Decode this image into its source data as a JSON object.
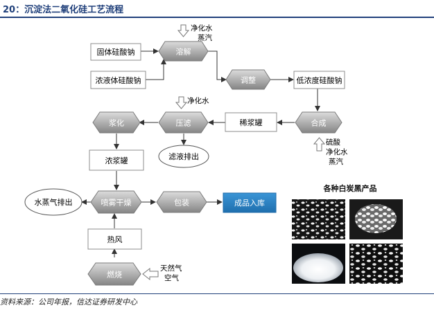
{
  "figure": {
    "title": "20：沉淀法二氧化硅工艺流程",
    "source": "资料来源：公司年报，信达证券研发中心"
  },
  "diagram": {
    "boxes": {
      "solid_silicate": "固体硅酸钠",
      "conc_silicate": "浓液体硅酸钠",
      "low_silicate": "低浓度硅酸钠",
      "dilute_tank": "稀浆罐",
      "conc_tank": "浓浆罐",
      "hot_air": "热风",
      "warehouse": "成品入库"
    },
    "diamonds": {
      "dissolve": "溶解",
      "adjust": "调整",
      "synthesis": "合成",
      "press_filter": "压滤",
      "slurry": "浆化",
      "spray_dry": "喷雾干燥",
      "package": "包装",
      "combustion": "燃烧"
    },
    "ellipses": {
      "filtrate": "滤液排出",
      "steam_out": "水蒸气排出"
    },
    "inputs": {
      "top_line1": "净化水",
      "top_line2": "蒸汽",
      "filter_water": "净化水",
      "synth_line1": "硫酸",
      "synth_line2": "净化水",
      "synth_line3": "蒸汽",
      "fuel_line1": "天然气",
      "fuel_line2": "空气"
    }
  },
  "photos": {
    "title": "各种白炭黑产品"
  },
  "colors": {
    "title_blue": "#1f3f7a",
    "diamond_top": "#d4d4d4",
    "diamond_bottom": "#8a8a8a",
    "box_border": "#8c8c8c",
    "warehouse_fill": "#2e86c9",
    "arrow": "#333333"
  }
}
